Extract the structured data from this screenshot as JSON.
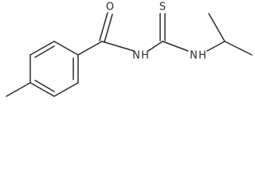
{
  "molecule": {
    "atoms": {
      "oxygen": "O",
      "sulfur": "S",
      "amide_nitrogen": "N",
      "amide_hydrogen": "H",
      "amine_nitrogen": "N",
      "amine_hydrogen": "H"
    },
    "colors": {
      "bond": "#2b2b2b",
      "label": "#2b2b2b",
      "background": "#ffffff"
    }
  }
}
